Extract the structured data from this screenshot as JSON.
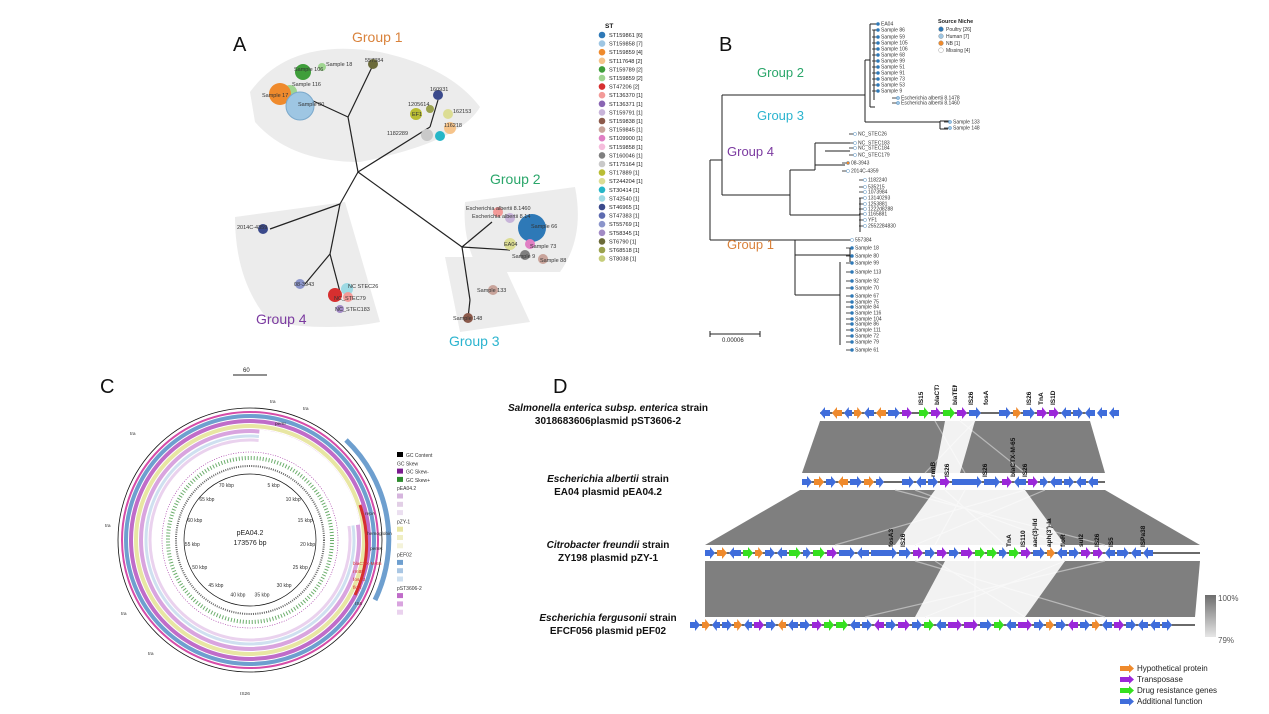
{
  "panels": {
    "a": {
      "letter": "A",
      "groups": [
        {
          "label": "Group 1",
          "color": "#d9823b"
        },
        {
          "label": "Group 2",
          "color": "#2aa66a"
        },
        {
          "label": "Group 3",
          "color": "#2bb4cf"
        },
        {
          "label": "Group 4",
          "color": "#7b3aa0"
        }
      ],
      "node_labels": [
        "Sample 18",
        "Sample 106",
        "Sample 116",
        "Sample 17",
        "Sample 80",
        "557384",
        "160931",
        "1205614",
        "EF1",
        "1182289",
        "116218",
        "162153",
        "Escherichia albertii 8.1460",
        "Escherichia albertii 8.14",
        "Sample 66",
        "EA04",
        "Sample 73",
        "Sample 9",
        "Sample 88",
        "2014C-4359",
        "08-3943",
        "NC STEC26",
        "NC_STEC79",
        "NC_STEC183",
        "Sample 133",
        "Sample 148"
      ],
      "legend_title": "ST",
      "legend": [
        {
          "label": "ST159861 [6]",
          "color": "#2e79b7"
        },
        {
          "label": "ST159858 [7]",
          "color": "#9ec6e3"
        },
        {
          "label": "ST159859 [4]",
          "color": "#ef8a2c"
        },
        {
          "label": "ST117648 [2]",
          "color": "#f6c48b"
        },
        {
          "label": "ST159789 [2]",
          "color": "#3f9e3b"
        },
        {
          "label": "ST159859 [2]",
          "color": "#9fd590"
        },
        {
          "label": "ST47206 [2]",
          "color": "#d62f2f"
        },
        {
          "label": "ST136370 [1]",
          "color": "#f39a98"
        },
        {
          "label": "ST136371 [1]",
          "color": "#8a65b3"
        },
        {
          "label": "ST159791 [1]",
          "color": "#c8b4d9"
        },
        {
          "label": "ST159838 [1]",
          "color": "#8c5a4b"
        },
        {
          "label": "ST159845 [1]",
          "color": "#c9a49b"
        },
        {
          "label": "ST109900 [1]",
          "color": "#e07fc4"
        },
        {
          "label": "ST159858 [1]",
          "color": "#f5bddc"
        },
        {
          "label": "ST160046 [1]",
          "color": "#7f7f7f"
        },
        {
          "label": "ST175164 [1]",
          "color": "#c9c9c9"
        },
        {
          "label": "ST17889 [1]",
          "color": "#b9bd34"
        },
        {
          "label": "ST244204 [1]",
          "color": "#dcdd94"
        },
        {
          "label": "ST30414 [1]",
          "color": "#26b6c7"
        },
        {
          "label": "ST42540 [1]",
          "color": "#9edae4"
        },
        {
          "label": "ST46965 [1]",
          "color": "#3b4a8c"
        },
        {
          "label": "ST47383 [1]",
          "color": "#5d6bb0"
        },
        {
          "label": "ST55769 [1]",
          "color": "#8b95cb"
        },
        {
          "label": "ST58345 [1]",
          "color": "#a28ac5"
        },
        {
          "label": "ST6790 [1]",
          "color": "#6b6a39"
        },
        {
          "label": "ST68518 [1]",
          "color": "#9aa14d"
        },
        {
          "label": "ST8038 [1]",
          "color": "#c6cd7a"
        }
      ]
    },
    "b": {
      "letter": "B",
      "group_labels": [
        {
          "label": "Group 2",
          "color": "#2aa66a"
        },
        {
          "label": "Group 3",
          "color": "#2bb4cf"
        },
        {
          "label": "Group 4",
          "color": "#7b3aa0"
        },
        {
          "label": "Group 1",
          "color": "#d9823b"
        }
      ],
      "tips_top": [
        "EA04",
        "Sample 86",
        "Sample 59",
        "Sample 105",
        "Sample 106",
        "Sample 68",
        "Sample 99",
        "Sample 51",
        "Sample 91",
        "Sample 73",
        "Sample 53",
        "Sample 9",
        "Escherichia albertii 8.1478",
        "Escherichia albertii 8.1460",
        "Sample 133",
        "Sample 148"
      ],
      "tips_mid": [
        "NC_STEC26",
        "NC_STEC183",
        "NC_STEC184",
        "NC_STEC179",
        "08-3943",
        "2014C-4359",
        "1182240",
        "535215",
        "1073984",
        "13140293",
        "1253881",
        "1222d8288",
        "1165881",
        "YF1",
        "2552284830"
      ],
      "tips_bottom": [
        "557384",
        "Sample 18",
        "Sample 80",
        "Sample 99",
        "Sample 113",
        "Sample 92",
        "Sample 70",
        "Sample 67",
        "Sample 75",
        "Sample 84",
        "Sample 116",
        "Sample 104",
        "Sample 86",
        "Sample 111",
        "Sample 72",
        "Sample 79",
        "Sample 61"
      ],
      "legend_title": "Source Niche",
      "legend": [
        {
          "label": "Poultry [26]",
          "color": "#2e79b7"
        },
        {
          "label": "Human [7]",
          "color": "#9ec6e3"
        },
        {
          "label": "NB [1]",
          "color": "#ef8a2c"
        },
        {
          "label": "Missing [4]",
          "color": "#ffffff"
        }
      ],
      "scale_label": "0.00006"
    },
    "c": {
      "letter": "C",
      "scale_top": "60",
      "center_name": "pEA04.2",
      "center_size": "173576 bp",
      "tick_labels": [
        "5 kbp",
        "10 kbp",
        "15 kbp",
        "20 kbp",
        "25 kbp",
        "30 kbp",
        "35 kbp",
        "40 kbp",
        "45 kbp",
        "50 kbp",
        "55 kbp",
        "60 kbp",
        "65 kbp",
        "70 kbp"
      ],
      "gene_labels_red": [
        "blaCTX-M-65",
        "rmtB",
        "fosA3",
        "floR"
      ],
      "gene_labels_black": [
        "tra",
        "tra",
        "tra",
        "tra",
        "tra",
        "tra",
        "IS26",
        "IS6",
        "repA",
        "hemoglobin",
        "pemK",
        "pemI"
      ],
      "legend": [
        {
          "label": "GC Content",
          "color": "#000000"
        },
        {
          "label": "GC Skew",
          "color": ""
        },
        {
          "label": "GC Skew-",
          "color": "#7b1b8f"
        },
        {
          "label": "GC Skew+",
          "color": "#2e8b2e"
        },
        {
          "label": "pEA04.2",
          "color": ""
        },
        {
          "label": "",
          "color": "#d6b5de"
        },
        {
          "label": "",
          "color": "#e2cfe6"
        },
        {
          "label": "",
          "color": "#ebdff0"
        },
        {
          "label": "pZY-1",
          "color": ""
        },
        {
          "label": "",
          "color": "#e8e6a3"
        },
        {
          "label": "",
          "color": "#efeec3"
        },
        {
          "label": "",
          "color": "#f4f3da"
        },
        {
          "label": "pEF02",
          "color": ""
        },
        {
          "label": "",
          "color": "#6e9fcf"
        },
        {
          "label": "",
          "color": "#a9c6e3"
        },
        {
          "label": "",
          "color": "#cfe0f0"
        },
        {
          "label": "pST3606-2",
          "color": ""
        },
        {
          "label": "",
          "color": "#c06cc9"
        },
        {
          "label": "",
          "color": "#d9a4df"
        },
        {
          "label": "",
          "color": "#ead2ee"
        }
      ]
    },
    "d": {
      "letter": "D",
      "plasmids": [
        {
          "species": "Salmonella enterica subsp. enterica",
          "suffix": "strain",
          "strain": "3018683606plasmid pST3606-2"
        },
        {
          "species": "Escherichia albertii",
          "suffix": "strain",
          "strain": "EA04 plasmid pEA04.2"
        },
        {
          "species": "Citrobacter freundii",
          "suffix": "strain",
          "strain": "ZY198 plasmid pZY-1"
        },
        {
          "species": "Escherichia fergusonii",
          "suffix": "strain",
          "strain": "EFCF056 plasmid pEF02"
        }
      ],
      "gene_labels_top": [
        "IS15",
        "blaCTX-M-65",
        "blaTEM-1B",
        "IS26",
        "fosA",
        "IS26",
        "TnA",
        "IS1D"
      ],
      "gene_labels_mid": [
        "rmtB",
        "IS26",
        "IS26",
        "blaCTX-M-65",
        "IS26"
      ],
      "gene_labels_bottom": [
        "fosA3",
        "IS26",
        "TnA",
        "IS110",
        "aac(3)-IId",
        "aph(3')-Ia",
        "floR",
        "sul2",
        "IS26",
        "IS5",
        "ISPa38"
      ],
      "identity_max": "100%",
      "identity_min": "79%",
      "legend": [
        {
          "label": "Hypothetical protein",
          "color": "#ef8a2c"
        },
        {
          "label": "Transposase",
          "color": "#9b27d9"
        },
        {
          "label": "Drug resistance genes",
          "color": "#35e01f"
        },
        {
          "label": "Additional function",
          "color": "#3f6ddb"
        }
      ]
    }
  }
}
